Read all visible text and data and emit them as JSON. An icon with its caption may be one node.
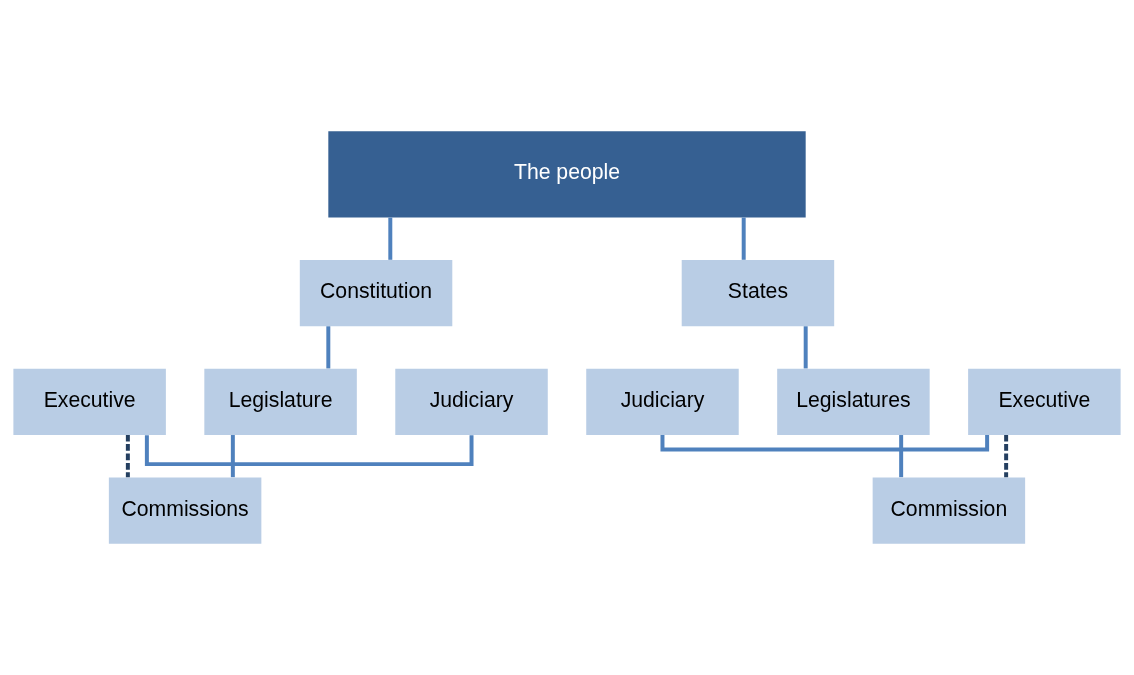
{
  "diagram": {
    "nodes": [
      {
        "text": [
          "The people"
        ]
      },
      {
        "text": [
          "Constitution"
        ]
      },
      {
        "text": [
          "States"
        ]
      },
      {
        "text": [
          "Judiciary"
        ]
      },
      {
        "text": [
          "Executive"
        ]
      },
      {
        "text": [
          "Legislature"
        ]
      },
      {
        "text": [
          "Commissions"
        ]
      },
      {
        "text": [
          "Judiciary"
        ]
      },
      {
        "text": [
          "Executive"
        ]
      },
      {
        "text": [
          "Legislatures"
        ]
      },
      {
        "text": [
          "Commission"
        ]
      }
    ],
    "edges": [
      {
        "from": 0,
        "to": 1,
        "arrow": "none"
      },
      {
        "from": 0,
        "to": 2,
        "arrow": "none"
      },
      {
        "from": 1,
        "to": 5,
        "arrow": "none"
      },
      {
        "from": 3,
        "to": 4,
        "arrow": "none"
      },
      {
        "from": 4,
        "to": 6,
        "arrow": "none",
        "style": "dashed",
        "color": "#243f60"
      },
      {
        "from": 5,
        "to": 6,
        "arrow": "none"
      },
      {
        "from": 2,
        "to": 9,
        "arrow": "none"
      },
      {
        "from": 7,
        "to": 8,
        "arrow": "none"
      },
      {
        "from": 8,
        "to": 10,
        "arrow": "none",
        "style": "dashed",
        "color": "#243f60"
      },
      {
        "from": 9,
        "to": 10,
        "arrow": "none"
      }
    ]
  }
}
